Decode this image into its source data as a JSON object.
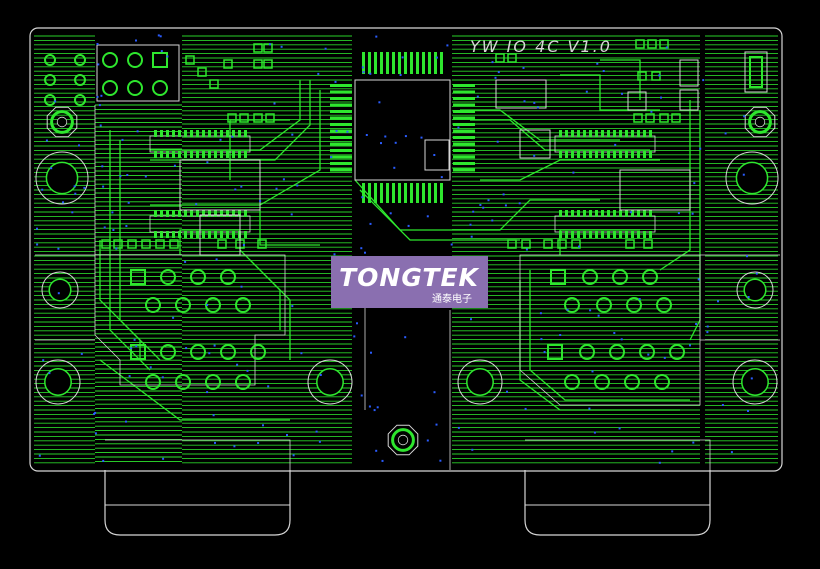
{
  "board": {
    "silkscreen_label": "YW IO 4C V1.0"
  },
  "logo": {
    "brand": "TONGTEK",
    "subtitle": "通泰电子"
  },
  "colors": {
    "background": "#000000",
    "trace": "#2ee62e",
    "outline": "#d6d6d6",
    "via": "#2a5cff",
    "logo_bg": "#8a6fb0",
    "logo_text": "#ffffff"
  }
}
